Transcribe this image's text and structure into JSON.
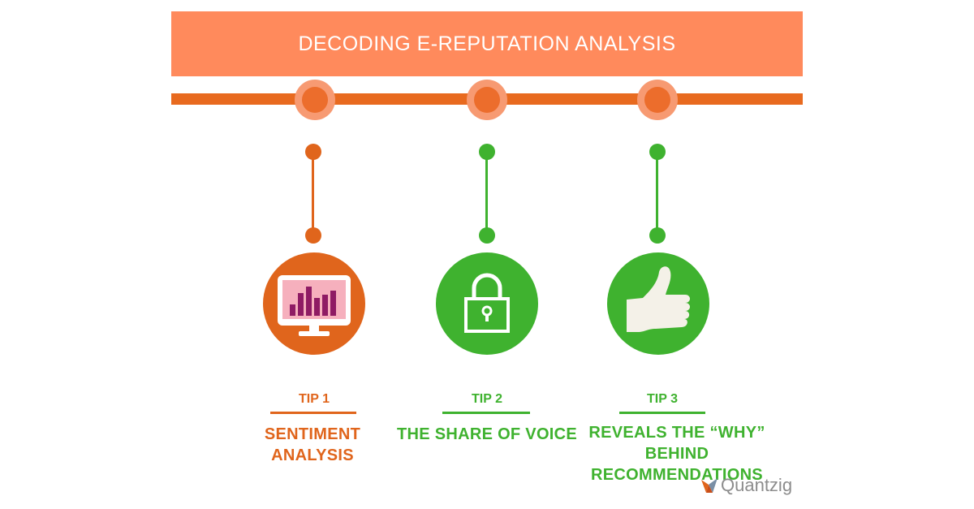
{
  "banner": {
    "title": "DECODING E-REPUTATION ANALYSIS"
  },
  "tips": [
    {
      "label": "TIP 1",
      "text": "SENTIMENT ANALYSIS",
      "color": "#e0651c",
      "icon": "monitor-chart-icon"
    },
    {
      "label": "TIP 2",
      "text": "THE SHARE OF VOICE",
      "color": "#3fb22f",
      "icon": "padlock-icon"
    },
    {
      "label": "TIP 3",
      "text": "REVEALS THE “WHY” BEHIND RECOMMENDATIONS",
      "color": "#3fb22f",
      "icon": "thumbs-up-icon"
    }
  ],
  "logo": {
    "text": "Quantzig",
    "icon": "quantzig-logo-icon"
  },
  "colors": {
    "banner": "#ff8a5c",
    "rail": "#e86a1f",
    "orange": "#e0651c",
    "green": "#3fb22f"
  }
}
